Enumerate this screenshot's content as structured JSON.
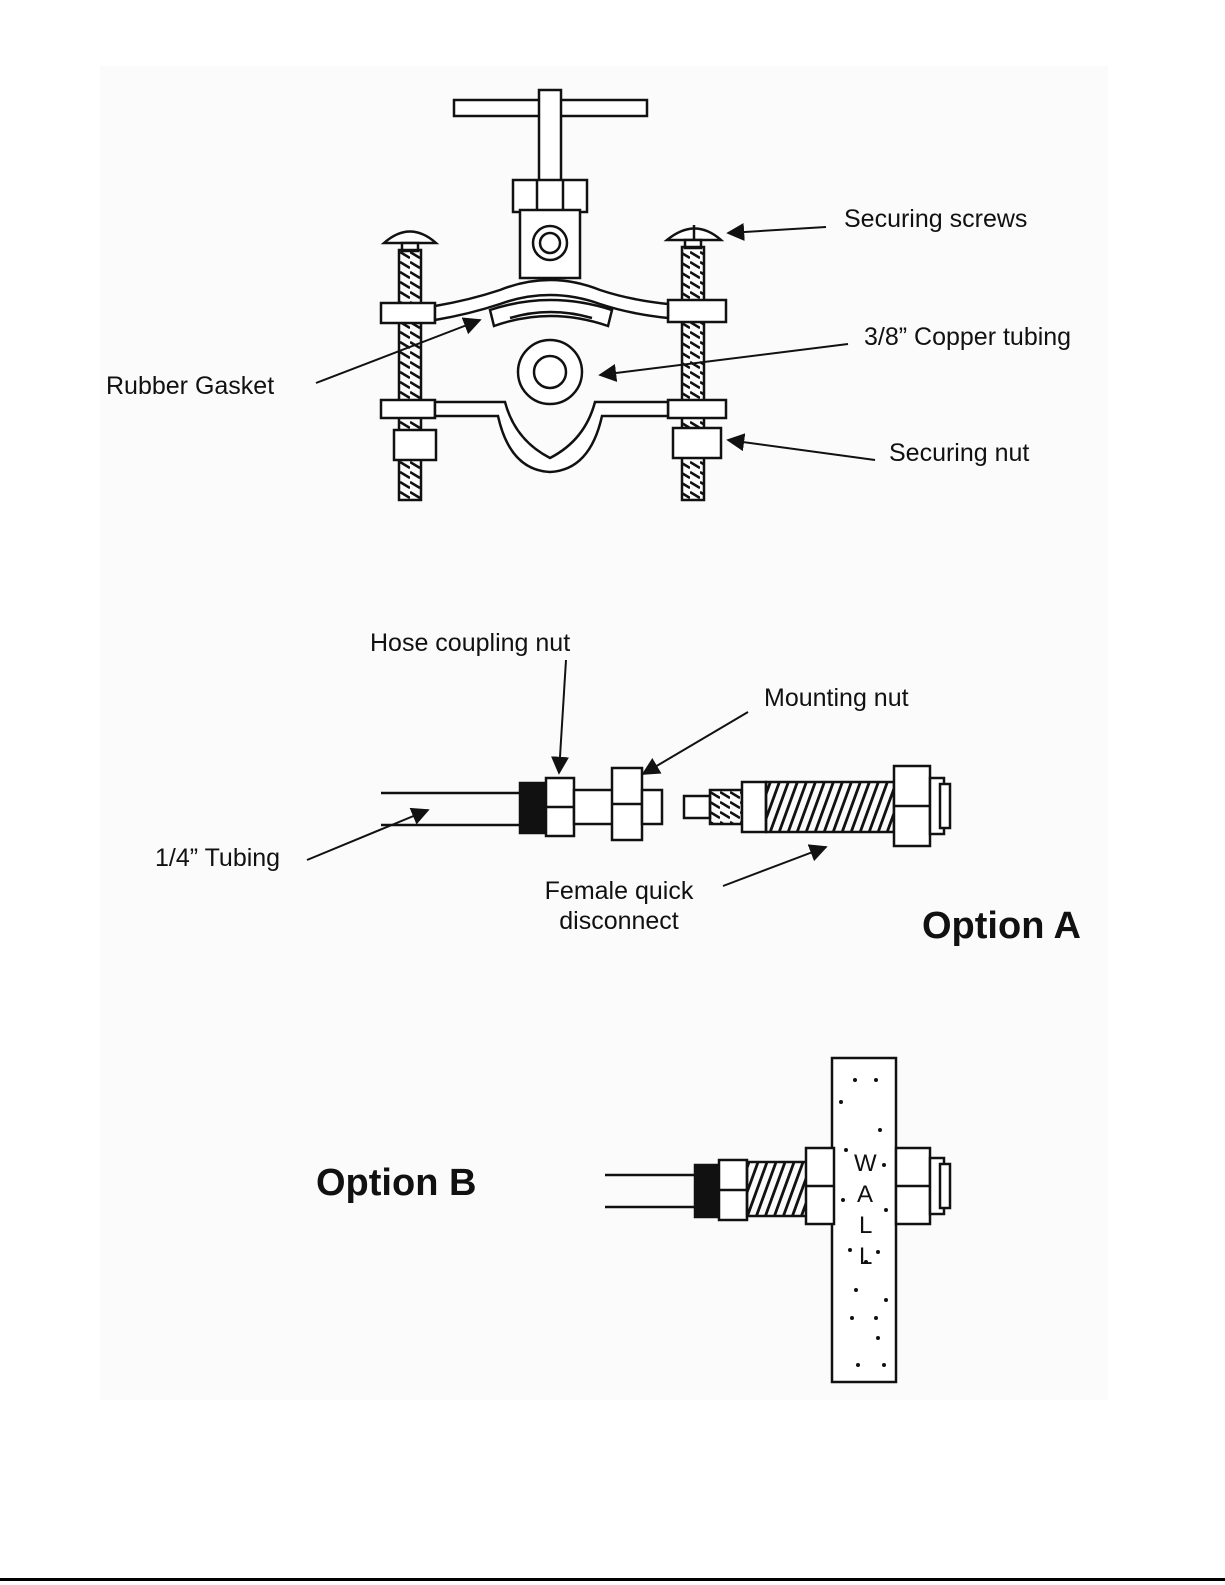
{
  "valve_labels": {
    "securing_screws": "Securing screws",
    "copper_tubing": "3/8” Copper tubing",
    "rubber_gasket": "Rubber Gasket",
    "securing_nut": "Securing nut"
  },
  "fitting_labels": {
    "hose_coupling_nut": "Hose coupling nut",
    "mounting_nut": "Mounting nut",
    "quarter_tubing": "1/4” Tubing",
    "female_quick_disconnect_line1": "Female quick",
    "female_quick_disconnect_line2": "disconnect"
  },
  "options": {
    "option_a": "Option A",
    "option_b": "Option B"
  },
  "wall_letters": [
    "W",
    "A",
    "L",
    "L"
  ]
}
